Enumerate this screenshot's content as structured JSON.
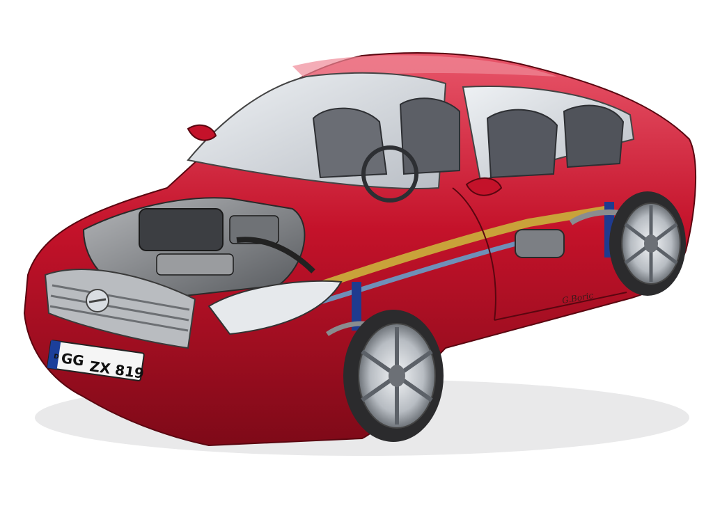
{
  "image": {
    "subject": "cutaway",
    "colors": {
      "body": "#c4122a",
      "body_dark": "#7e0a18",
      "body_light": "#e8566a",
      "glass": "#d9dde2",
      "interior": "#5c5f66",
      "engine": "#8a8c8f",
      "exhaust": "#c9a23a",
      "suspension": "#1f3b8f",
      "tire": "#2b2b2d",
      "rim": "#c7ccd2",
      "background": "#ffffff"
    },
    "license_plate": {
      "country_code": "D",
      "text_left": "GG",
      "text_right": "ZX 819"
    },
    "signature": "G.Boric"
  }
}
